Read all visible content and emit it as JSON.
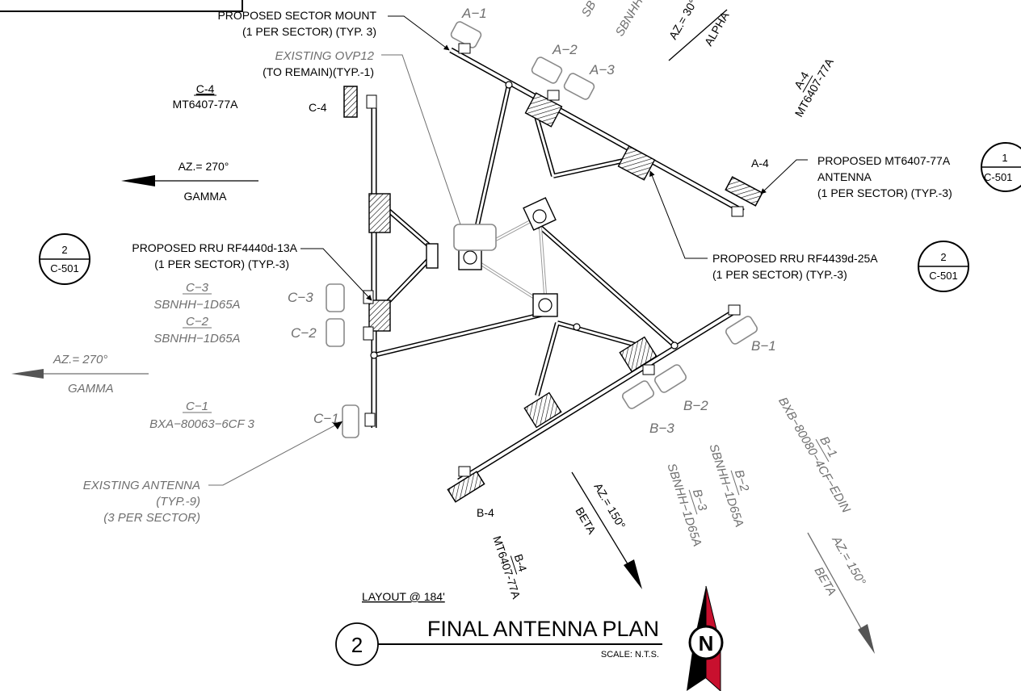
{
  "title": {
    "number": "2",
    "text": "FINAL ANTENNA PLAN",
    "scale": "SCALE: N.T.S.",
    "layout_note": "LAYOUT @ 184'"
  },
  "north_arrow": {
    "letter": "N",
    "colors": {
      "red": "#c8102e",
      "black": "#000000"
    }
  },
  "callouts": {
    "sector_mount": [
      "PROPOSED SECTOR MOUNT",
      "(1 PER SECTOR) (TYP. 3)"
    ],
    "existing_ovp": [
      "EXISTING OVP12",
      "(TO REMAIN)(TYP.-1)"
    ],
    "rru_gamma": [
      "PROPOSED RRU RF4440d-13A",
      "(1 PER SECTOR) (TYP.-3)"
    ],
    "rru_alpha": [
      "PROPOSED RRU RF4439d-25A",
      "(1 PER SECTOR) (TYP.-3)"
    ],
    "mt_antenna": [
      "PROPOSED MT6407-77A",
      "ANTENNA",
      "(1 PER SECTOR) (TYP.-3)"
    ],
    "existing_antenna": [
      "EXISTING ANTENNA",
      "(TYP.-9)",
      "(3 PER SECTOR)"
    ]
  },
  "detail_bubbles": {
    "left": {
      "top": "2",
      "bottom": "C-501"
    },
    "mid": {
      "top": "2",
      "bottom": "C-501"
    },
    "right": {
      "top": "1",
      "bottom": "C-501"
    }
  },
  "azimuths": {
    "gamma_black": {
      "az": "AZ.=  270°",
      "name": "GAMMA"
    },
    "gamma_grey": {
      "az": "AZ.= 270°",
      "name": "GAMMA"
    },
    "alpha_az": "AZ.= 30°",
    "alpha_name": "ALPHA",
    "beta_black": {
      "az": "AZ.= 150°",
      "name": "BETA"
    },
    "beta_grey": {
      "az": "AZ.= 150°",
      "name": "BETA"
    }
  },
  "antenna_labels": {
    "a1": "A−1",
    "a2": "A−2",
    "a3": "A−3",
    "a4": "A-4",
    "b1": "B−1",
    "b2": "B−2",
    "b3": "B−3",
    "b4": "B-4",
    "c1": "C−1",
    "c2": "C−2",
    "c3": "C−3",
    "c4": "C-4"
  },
  "model_labels": {
    "c4": {
      "id": "C-4",
      "model": "MT6407-77A"
    },
    "c3": {
      "id": "C−3",
      "model": "SBNHH−1D65A"
    },
    "c2": {
      "id": "C−2",
      "model": "SBNHH−1D65A"
    },
    "c1": {
      "id": "C−1",
      "model": "BXA−80063−6CF 3"
    },
    "a4": {
      "id": "A-4",
      "model": "MT6407-77A"
    },
    "b4": {
      "id": "B-4",
      "model": "MT6407-77A"
    },
    "b3": {
      "id": "B−3",
      "model": "SBNHH−1D65A"
    },
    "b2": {
      "id": "B−2",
      "model": "SBNHH−1D65A"
    },
    "b1": {
      "id": "B−1",
      "model": "BXB−80080−4CF−EDIN"
    },
    "a_partial_1": "SB",
    "a_partial_2": "SBNHH"
  }
}
